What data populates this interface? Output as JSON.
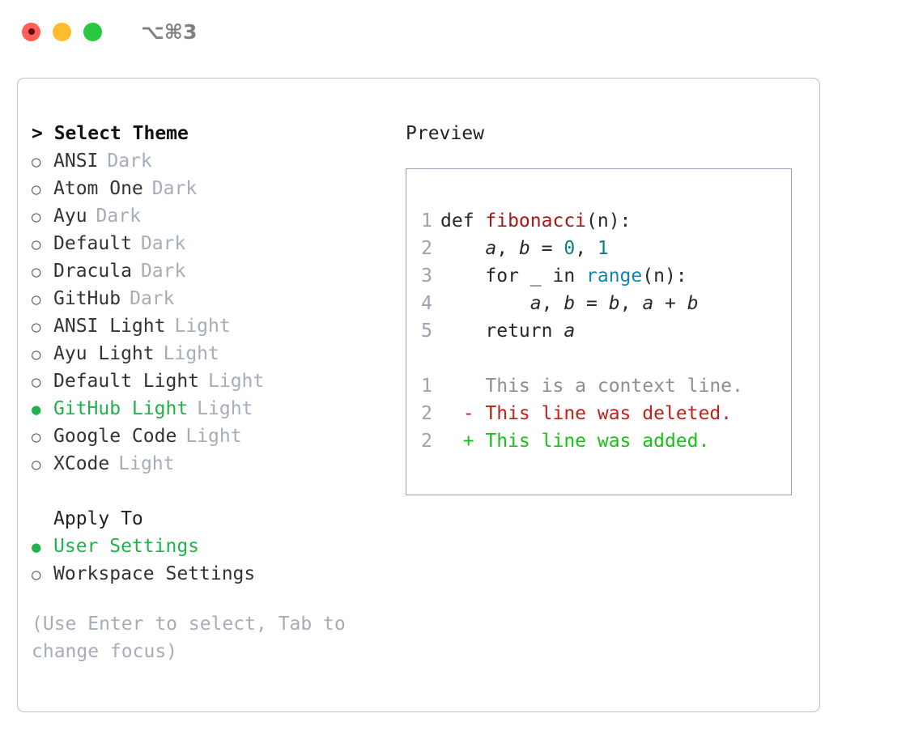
{
  "titlebar": {
    "shortcut": "⌥⌘3",
    "buttons": [
      {
        "name": "close",
        "color": "#ff5f57"
      },
      {
        "name": "minimize",
        "color": "#ffbd2e"
      },
      {
        "name": "maximize",
        "color": "#28c840"
      }
    ]
  },
  "theme_picker": {
    "header": "> Select Theme",
    "items": [
      {
        "marker": "○",
        "name": "ANSI",
        "category": "Dark",
        "selected": false
      },
      {
        "marker": "○",
        "name": "Atom One",
        "category": "Dark",
        "selected": false
      },
      {
        "marker": "○",
        "name": "Ayu",
        "category": "Dark",
        "selected": false
      },
      {
        "marker": "○",
        "name": "Default",
        "category": "Dark",
        "selected": false
      },
      {
        "marker": "○",
        "name": "Dracula",
        "category": "Dark",
        "selected": false
      },
      {
        "marker": "○",
        "name": "GitHub",
        "category": "Dark",
        "selected": false
      },
      {
        "marker": "○",
        "name": "ANSI Light",
        "category": "Light",
        "selected": false
      },
      {
        "marker": "○",
        "name": "Ayu Light",
        "category": "Light",
        "selected": false
      },
      {
        "marker": "○",
        "name": "Default Light",
        "category": "Light",
        "selected": false
      },
      {
        "marker": "●",
        "name": "GitHub Light",
        "category": "Light",
        "selected": true
      },
      {
        "marker": "○",
        "name": "Google Code",
        "category": "Light",
        "selected": false
      },
      {
        "marker": "○",
        "name": "XCode",
        "category": "Light",
        "selected": false
      }
    ]
  },
  "apply_to": {
    "label": "Apply To",
    "options": [
      {
        "marker": "●",
        "name": "User Settings",
        "selected": true
      },
      {
        "marker": "○",
        "name": "Workspace Settings",
        "selected": false
      }
    ]
  },
  "hint": "(Use Enter to select, Tab to change focus)",
  "preview": {
    "title": "Preview",
    "code": [
      {
        "lineno": "1",
        "tokens": [
          {
            "t": "def ",
            "k": "def"
          },
          {
            "t": "fibonacci",
            "k": "fn"
          },
          {
            "t": "(n):",
            "k": "plain"
          }
        ]
      },
      {
        "lineno": "2",
        "tokens": [
          {
            "t": "    ",
            "k": "plain"
          },
          {
            "t": "a",
            "k": "var"
          },
          {
            "t": ", ",
            "k": "plain"
          },
          {
            "t": "b",
            "k": "var"
          },
          {
            "t": " = ",
            "k": "plain"
          },
          {
            "t": "0",
            "k": "num"
          },
          {
            "t": ", ",
            "k": "plain"
          },
          {
            "t": "1",
            "k": "num"
          }
        ]
      },
      {
        "lineno": "3",
        "tokens": [
          {
            "t": "    for _ in ",
            "k": "plain"
          },
          {
            "t": "range",
            "k": "builtin"
          },
          {
            "t": "(n):",
            "k": "plain"
          }
        ]
      },
      {
        "lineno": "4",
        "tokens": [
          {
            "t": "        ",
            "k": "plain"
          },
          {
            "t": "a",
            "k": "var"
          },
          {
            "t": ", ",
            "k": "plain"
          },
          {
            "t": "b",
            "k": "var"
          },
          {
            "t": " = ",
            "k": "plain"
          },
          {
            "t": "b",
            "k": "var"
          },
          {
            "t": ", ",
            "k": "plain"
          },
          {
            "t": "a",
            "k": "var"
          },
          {
            "t": " + ",
            "k": "plain"
          },
          {
            "t": "b",
            "k": "var"
          }
        ]
      },
      {
        "lineno": "5",
        "tokens": [
          {
            "t": "    return ",
            "k": "plain"
          },
          {
            "t": "a",
            "k": "var"
          }
        ]
      }
    ],
    "diff": [
      {
        "lineno": "1",
        "sign": " ",
        "text": "This is a context line.",
        "kind": "ctx"
      },
      {
        "lineno": "2",
        "sign": "-",
        "text": "This line was deleted.",
        "kind": "del"
      },
      {
        "lineno": "2",
        "sign": "+",
        "text": "This line was added.",
        "kind": "add"
      }
    ]
  },
  "colors": {
    "selected_green": "#22b14c",
    "diff_added": "#16c216",
    "diff_deleted": "#c0201a",
    "function_red": "#a81616",
    "builtin_blue": "#1385b5",
    "number_teal": "#0d7f7f",
    "muted_gray": "#a6adb8",
    "border": "#b9c1cd"
  }
}
